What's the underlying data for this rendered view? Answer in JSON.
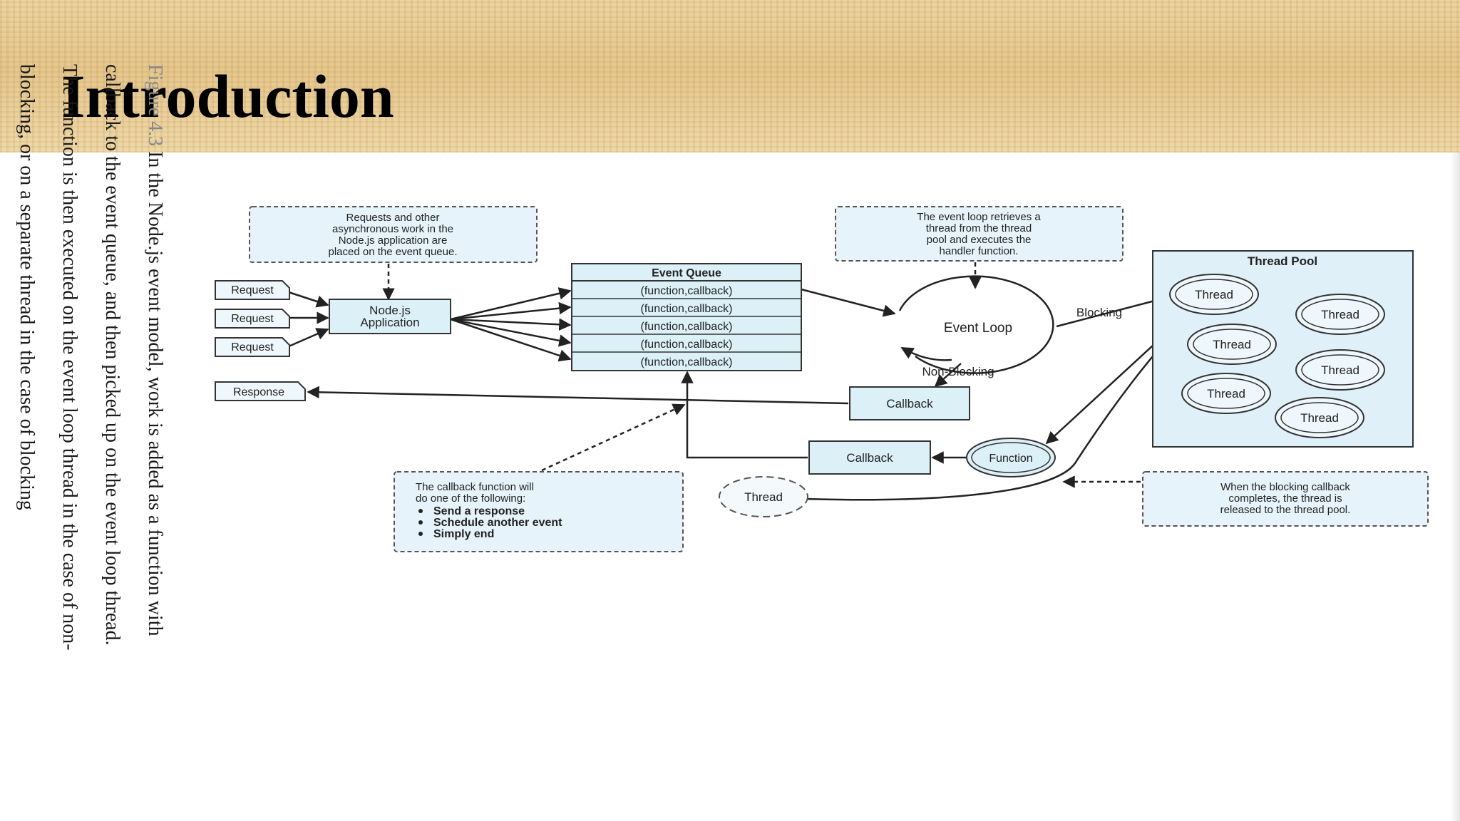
{
  "slide": {
    "title": "Introduction"
  },
  "caption": {
    "figure_label": "Figure 4.3",
    "text": "In the Node.js event model, work is added as a function with callback to the event queue, and then picked up on the event loop thread. The function is then executed on the event loop thread in the case of non-blocking, or on a separate thread in the case of blocking"
  },
  "diagram": {
    "note_requests": [
      "Requests and other",
      "asynchronous work in the",
      "Node.js application are",
      "placed on the event queue."
    ],
    "note_event_loop": [
      "The event loop retrieves a",
      "thread from the thread",
      "pool and executes the",
      "handler function."
    ],
    "note_callback_title": [
      "The callback function will",
      "do one of the following:"
    ],
    "note_callback_items": [
      "Send a response",
      "Schedule another event",
      "Simply end"
    ],
    "note_release": [
      "When the blocking callback",
      "completes, the thread is",
      "released to the thread pool."
    ],
    "request_label": "Request",
    "response_label": "Response",
    "app_label": [
      "Node.js",
      "Application"
    ],
    "event_queue_title": "Event Queue",
    "queue_items": [
      "(function,callback)",
      "(function,callback)",
      "(function,callback)",
      "(function,callback)",
      "(function,callback)"
    ],
    "event_loop_label": "Event Loop",
    "blocking_label": "Blocking",
    "non_blocking_label": "Non-Blocking",
    "callback_label": "Callback",
    "function_label": "Function",
    "thread_label": "Thread",
    "thread_pool_title": "Thread Pool",
    "colors": {
      "box_fill": "#dcf0f8",
      "note_fill": "#e6f3fa",
      "stroke": "#333333",
      "pool_fill": "#dff0f8"
    }
  }
}
